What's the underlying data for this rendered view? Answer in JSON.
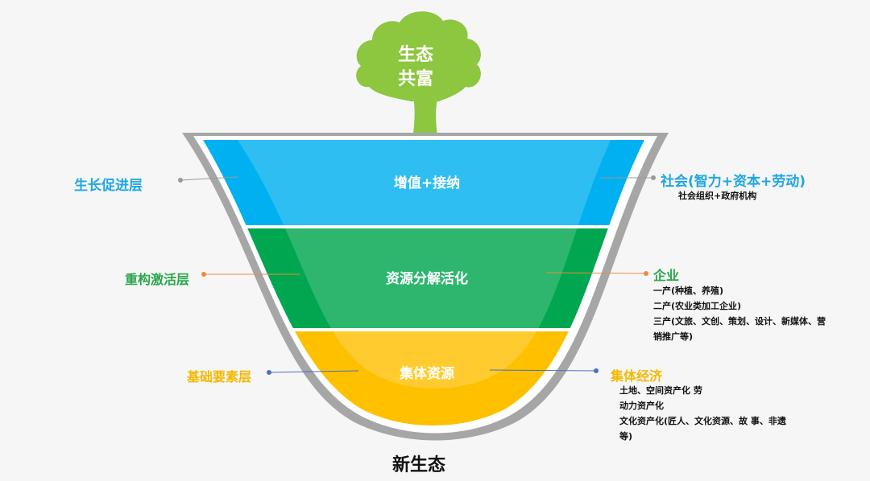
{
  "top": {
    "tree_text_line1": "生态",
    "tree_text_line2": "共富"
  },
  "layers": [
    {
      "center": "增值+接纳",
      "left": "生长促进层",
      "right_title": "社会(智力+资本+劳动)",
      "right_details": [
        "社会组织+政府机构"
      ],
      "color": "#2cb4ea",
      "left_color": "#1ea7e2",
      "right_color": "#1ea7e2"
    },
    {
      "center": "资源分解活化",
      "left": "重构激活层",
      "right_title": "企业",
      "right_details": [
        "一产(种植、养殖)",
        "二产(农业类加工企业)",
        "三产(文旅、文创、策划、设计、新媒体、营",
        "销推广等)"
      ],
      "color": "#2aa64a",
      "left_color": "#2aa64a",
      "right_color": "#2aa64a"
    },
    {
      "center": "集体资源",
      "left": "基础要素层",
      "right_title": "集体经济",
      "right_details": [
        "土地、空间资产化 劳",
        "动力资产化",
        "文化资产化(匠人、文化资源、故 事、非遗",
        "等)"
      ],
      "color": "#ffc000",
      "left_color": "#f5b800",
      "right_color": "#f5b800"
    }
  ],
  "bottom": {
    "label": "新生态"
  },
  "colors": {
    "tree": "#8dc63f",
    "funnel_border": "#a0a0a0",
    "leader_gray": "#9a9a9a",
    "leader_orange": "#f08a3c",
    "leader_blue": "#4a6fbf"
  }
}
